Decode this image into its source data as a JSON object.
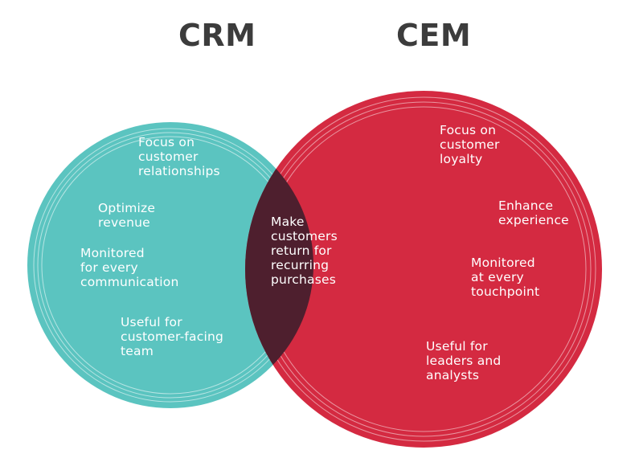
{
  "diagram": {
    "left_set": {
      "title": "CRM",
      "color": "#5bc4c0",
      "items": [
        "Focus on\ncustomer\nrelationships",
        "Optimize\nrevenue",
        "Monitored\nfor every\ncommunication",
        "Useful for\ncustomer-facing\nteam"
      ]
    },
    "right_set": {
      "title": "CEM",
      "color": "#d42a41",
      "items": [
        "Focus on\ncustomer\nloyalty",
        "Enhance\nexperience",
        "Monitored\nat every\ntouchpoint",
        "Useful for\nleaders and\nanalysts"
      ]
    },
    "overlap": {
      "color": "#4e1f2e",
      "text": "Make\ncustomers\nreturn for\nrecurring\npurchases"
    }
  }
}
